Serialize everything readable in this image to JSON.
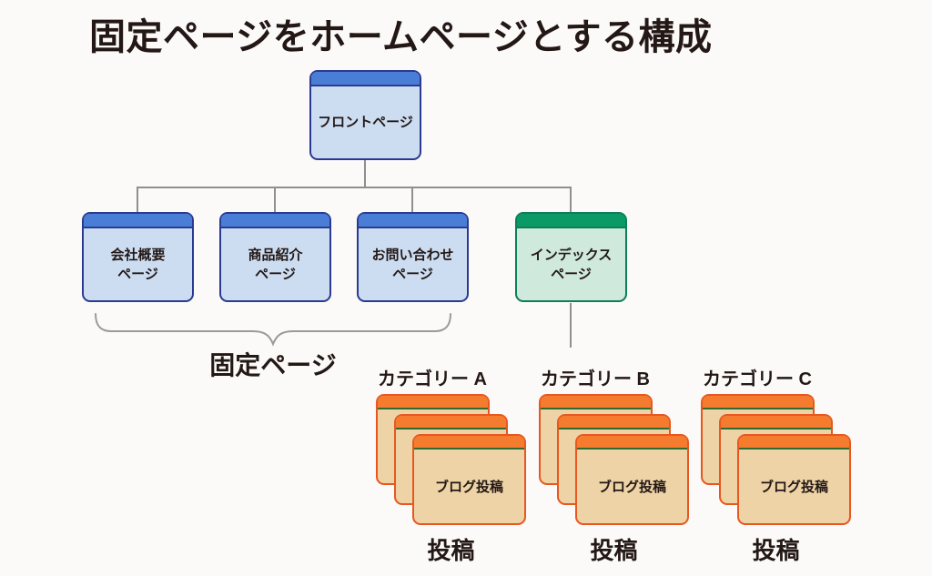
{
  "title": "固定ページをホームページとする構成",
  "tree": {
    "root": {
      "label": "フロントページ",
      "type": "front-page"
    },
    "pages": [
      {
        "label": "会社概要\nページ",
        "type": "fixed-page"
      },
      {
        "label": "商品紹介\nページ",
        "type": "fixed-page"
      },
      {
        "label": "お問い合わせ\nページ",
        "type": "fixed-page"
      },
      {
        "label": "インデックス\nページ",
        "type": "index-page"
      }
    ],
    "group_label": "固定ページ"
  },
  "stacks": [
    {
      "category": "カテゴリー A",
      "card_label": "ブログ投稿",
      "posts_label": "投稿",
      "card_count": 3
    },
    {
      "category": "カテゴリー B",
      "card_label": "ブログ投稿",
      "posts_label": "投稿",
      "card_count": 3
    },
    {
      "category": "カテゴリー C",
      "card_label": "ブログ投稿",
      "posts_label": "投稿",
      "card_count": 3
    }
  ],
  "colors": {
    "blue_header": "#4a7ed6",
    "blue_body": "#ccddf2",
    "blue_border": "#2b3a91",
    "green_header": "#0b9a66",
    "green_body": "#cfe9dc",
    "green_border": "#0a7f58",
    "orange_header": "#f57b2e",
    "orange_border": "#e8571f",
    "card_body": "#eed3a6",
    "card_divider": "#2e6b33",
    "connector": "#8f8f8f",
    "text": "#231815"
  }
}
